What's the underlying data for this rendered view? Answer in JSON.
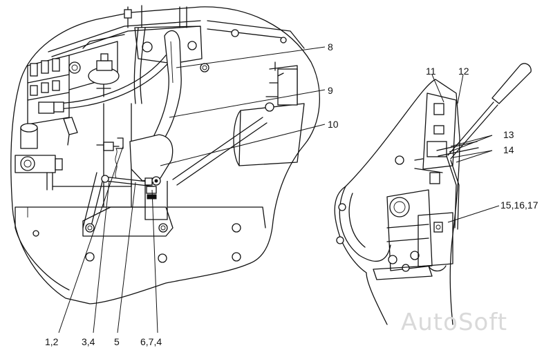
{
  "callouts": {
    "c8": "8",
    "c9": "9",
    "c10": "10",
    "c11": "11",
    "c12": "12",
    "c13": "13",
    "c14": "14",
    "c151617": "15,16,17",
    "c12b": "1,2",
    "c34": "3,4",
    "c5": "5",
    "c674": "6,7,4"
  },
  "watermark": "AutoSoft"
}
